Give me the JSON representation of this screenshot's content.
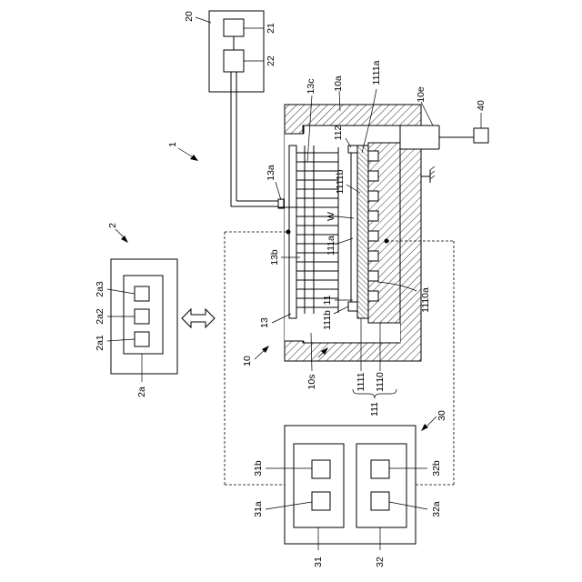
{
  "labels": {
    "l_20": "20",
    "l_21": "21",
    "l_22": "22",
    "l_13c": "13c",
    "l_10a": "10a",
    "l_1111a": "1111a",
    "l_10e": "10e",
    "l_40": "40",
    "l_1": "1",
    "l_112": "112",
    "l_13a": "13a",
    "l_1111b": "1111b",
    "l_W": "W",
    "l_2": "2",
    "l_13b": "13b",
    "l_111a": "111a",
    "l_2a3": "2a3",
    "l_2a2": "2a2",
    "l_2a1": "2a1",
    "l_11": "11",
    "l_1110a": "1110a",
    "l_111b": "111b",
    "l_13": "13",
    "l_10": "10",
    "l_10s": "10s",
    "l_1111": "1111",
    "l_1110": "1110",
    "l_2a": "2a",
    "l_111": "111",
    "l_30": "30",
    "l_31b": "31b",
    "l_32b": "32b",
    "l_31a": "31a",
    "l_32a": "32a",
    "l_31": "31",
    "l_32": "32"
  }
}
